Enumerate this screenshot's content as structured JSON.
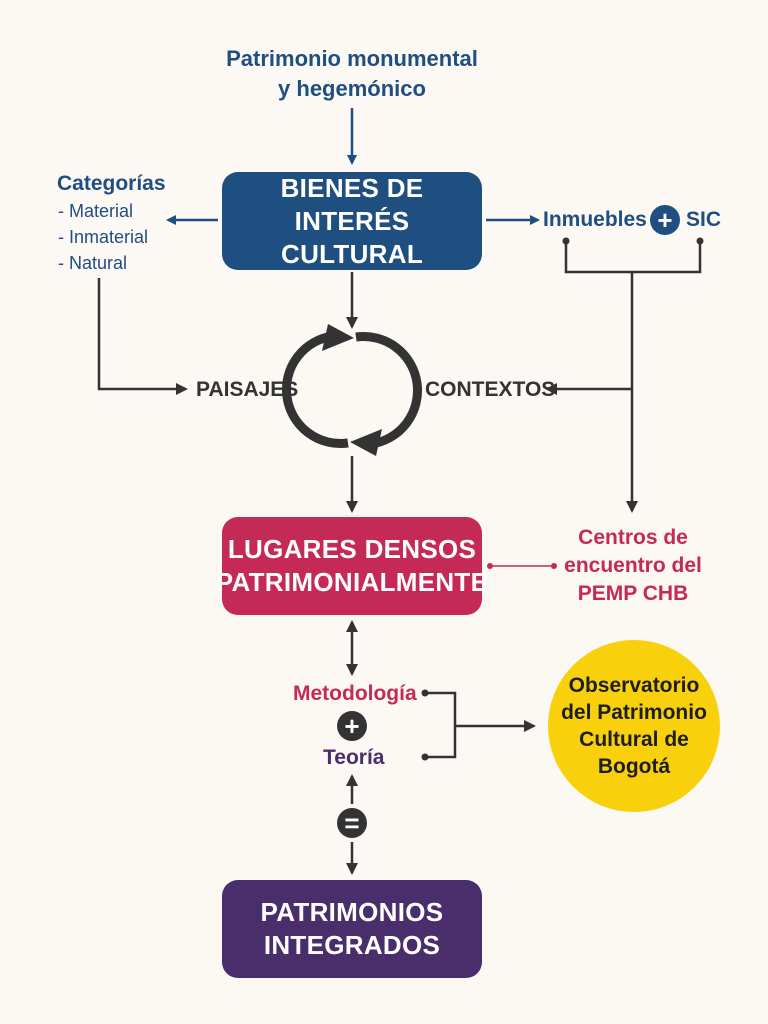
{
  "top_label": {
    "line1": "Patrimonio monumental",
    "line2": "y hegemónico"
  },
  "bic_box": {
    "line1": "BIENES DE",
    "line2": "INTERÉS CULTURAL"
  },
  "categories": {
    "title": "Categorías",
    "items": [
      "- Material",
      "- Inmaterial",
      "- Natural"
    ]
  },
  "inmuebles": {
    "left": "Inmuebles",
    "plus": "+",
    "right": "SIC"
  },
  "cycle": {
    "left": "PAISAJES",
    "right": "CONTEXTOS"
  },
  "lugares_box": {
    "line1": "LUGARES DENSOS",
    "line2": "PATRIMONIALMENTE"
  },
  "centros": {
    "line1": "Centros de",
    "line2": "encuentro del",
    "line3": "PEMP CHB"
  },
  "metodologia": "Metodología",
  "plus_sign": "+",
  "teoria": "Teoría",
  "equals_sign": "=",
  "observatorio": {
    "line1": "Observatorio",
    "line2": "del Patrimonio",
    "line3": "Cultural de",
    "line4": "Bogotá"
  },
  "patrimonios_box": {
    "line1": "PATRIMONIOS",
    "line2": "INTEGRADOS"
  },
  "colors": {
    "background": "#fcf8f4",
    "blue": "#1f4e80",
    "pink": "#c42a55",
    "purple": "#4a2e6b",
    "yellow": "#f8d10c",
    "dark": "#333333"
  }
}
